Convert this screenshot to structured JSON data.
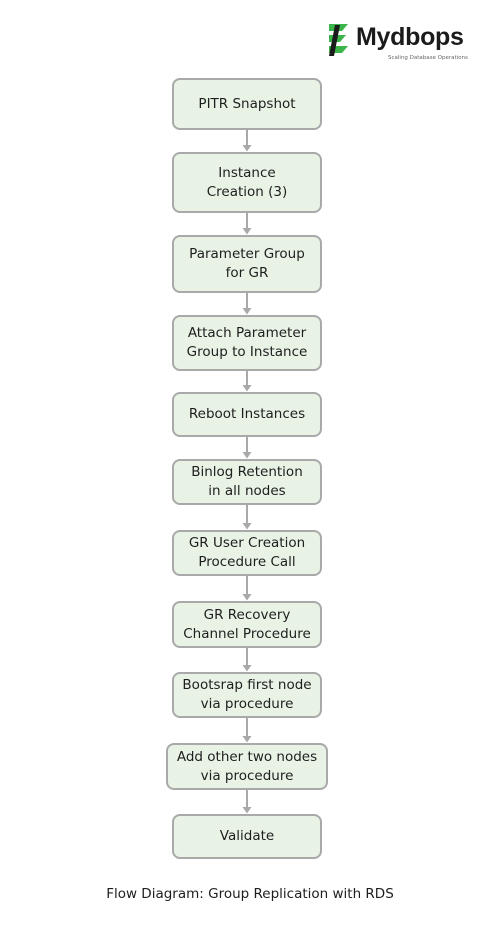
{
  "logo": {
    "brand": "Mydbops",
    "tagline": "Scaling Database Operations",
    "mark_icon": "mydbops-logo-icon",
    "mark_color": "#3bb44a",
    "mark_dark": "#1b1b1b"
  },
  "steps": [
    {
      "label": "PITR Snapshot"
    },
    {
      "label": "Instance\nCreation (3)"
    },
    {
      "label": "Parameter Group\nfor GR"
    },
    {
      "label": "Attach Parameter\nGroup to Instance"
    },
    {
      "label": "Reboot Instances"
    },
    {
      "label": "Binlog Retention\nin all nodes"
    },
    {
      "label": "GR User Creation\nProcedure Call"
    },
    {
      "label": "GR Recovery\nChannel Procedure"
    },
    {
      "label": "Bootsrap first node\nvia procedure"
    },
    {
      "label": "Add other two nodes\nvia procedure"
    },
    {
      "label": "Validate"
    }
  ],
  "caption": "Flow Diagram: Group Replication with RDS",
  "colors": {
    "box_fill": "#e8f3e6",
    "box_border": "#a9a9a9",
    "connector": "#a9a9a9"
  }
}
